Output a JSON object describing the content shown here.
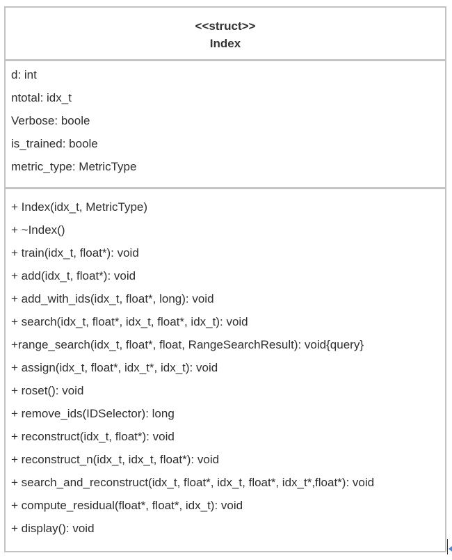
{
  "uml_class": {
    "stereotype": "<<struct>>",
    "name": "Index",
    "attributes": [
      "d: int",
      "ntotal: idx_t",
      "Verbose: boole",
      "is_trained: boole",
      "metric_type: MetricType"
    ],
    "operations": [
      "+ Index(idx_t, MetricType)",
      "+ ~Index()",
      "+ train(idx_t, float*): void",
      "+ add(idx_t, float*): void",
      "+ add_with_ids(idx_t, float*, long): void",
      "+ search(idx_t, float*, idx_t, float*, idx_t): void",
      "+range_search(idx_t, float*, float, RangeSearchResult): void{query}",
      "+ assign(idx_t, float*, idx_t*, idx_t): void",
      "+ roset(): void",
      "+ remove_ids(IDSelector): long",
      "+ reconstruct(idx_t, float*): void",
      "+ reconstruct_n(idx_t, idx_t, float*): void",
      "+ search_and_reconstruct(idx_t, float*, idx_t, float*, idx_t*,float*): void",
      "+ compute_residual(float*, float*, idx_t): void",
      "+ display(): void"
    ]
  },
  "colors": {
    "border": "#c2c2c2",
    "text": "#2e2e2e",
    "header_text": "#333333"
  }
}
